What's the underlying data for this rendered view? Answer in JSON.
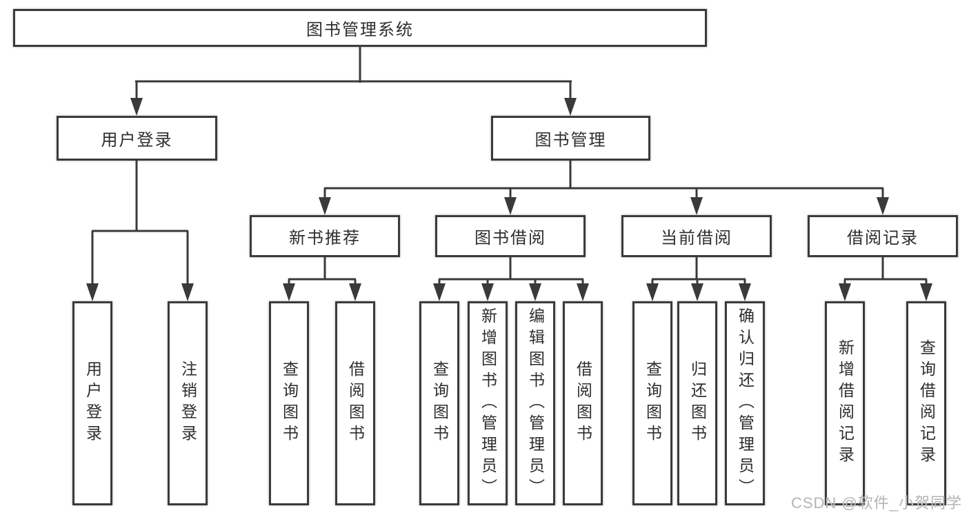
{
  "watermark": "CSDN @软件_小贺同学",
  "colors": {
    "line": "#3a3a3a",
    "border": "#3a3a3a",
    "text": "#2d2d2d",
    "watermark_text": "#b4b4b4",
    "background": "#ffffff"
  },
  "tree": {
    "root": "图书管理系统",
    "branches": [
      {
        "label": "用户登录",
        "children": [
          "用户登录",
          "注销登录"
        ]
      },
      {
        "label": "图书管理",
        "sections": [
          {
            "label": "新书推荐",
            "children": [
              "查询图书",
              "借阅图书"
            ]
          },
          {
            "label": "图书借阅",
            "children": [
              "查询图书",
              "新增图书（管理员）",
              "编辑图书（管理员）",
              "借阅图书"
            ]
          },
          {
            "label": "当前借阅",
            "children": [
              "查询图书",
              "归还图书",
              "确认归还（管理员）"
            ]
          },
          {
            "label": "借阅记录",
            "children": [
              "新增借阅记录",
              "查询借阅记录"
            ]
          }
        ]
      }
    ]
  }
}
